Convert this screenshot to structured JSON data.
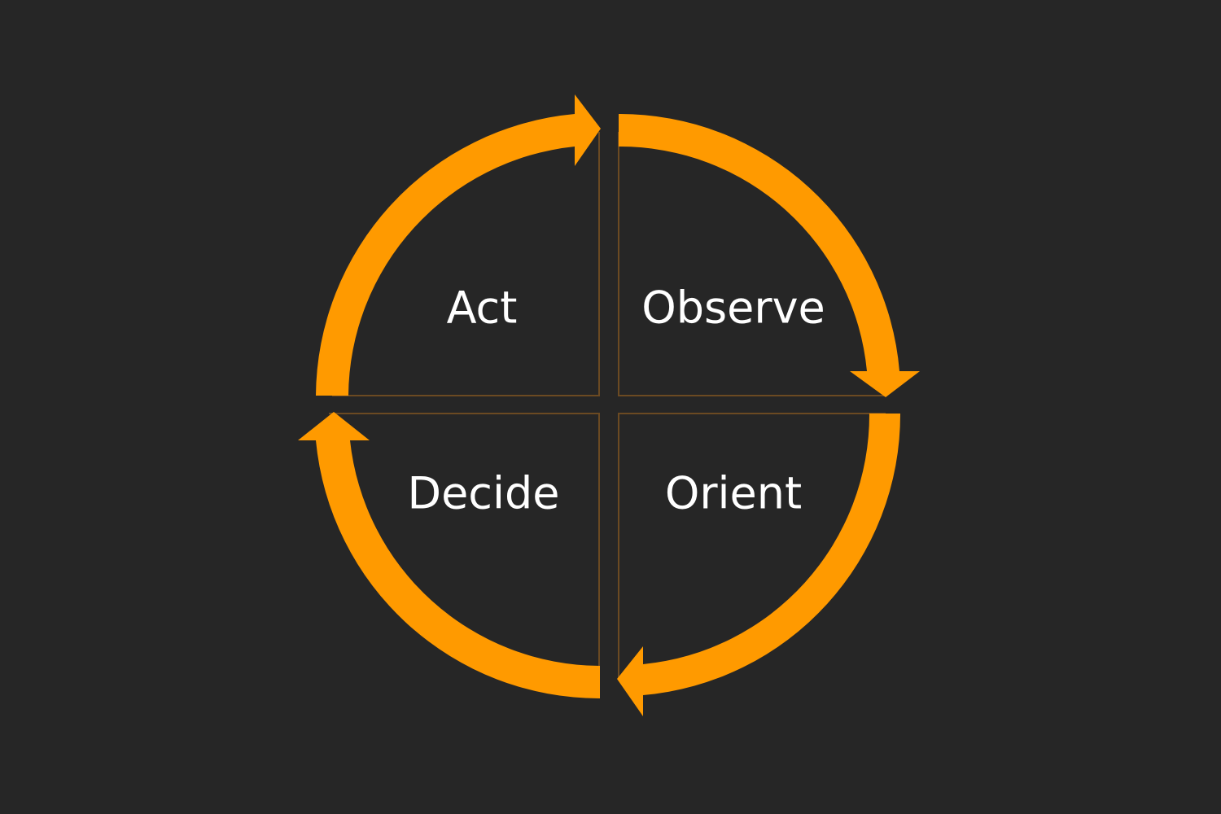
{
  "diagram": {
    "labels": {
      "act": "Act",
      "observe": "Observe",
      "orient": "Orient",
      "decide": "Decide"
    },
    "colors": {
      "background": "#262626",
      "arrow": "#ff9a00",
      "divider": "#6b4a22",
      "text": "#ffffff"
    }
  }
}
